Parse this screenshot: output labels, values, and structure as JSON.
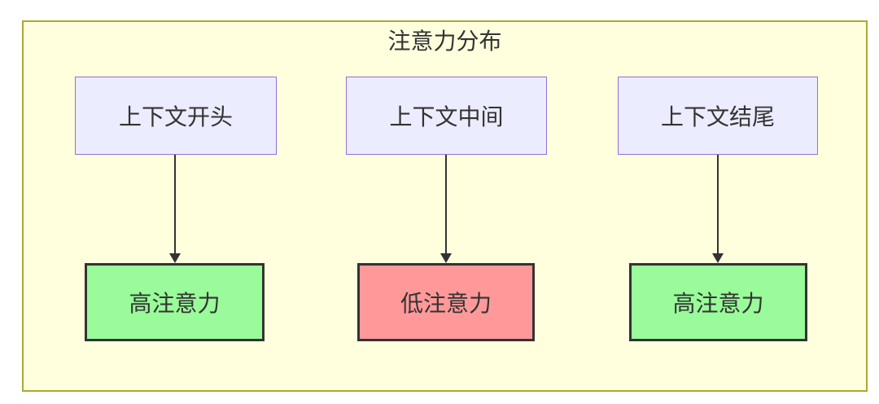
{
  "diagram": {
    "title": "注意力分布",
    "container": {
      "fill": "#ffffde",
      "border_color": "#aaaa33"
    },
    "node_styles": {
      "source": {
        "fill": "#ECECFF",
        "border_color": "#9370DB",
        "text_color": "#333333"
      },
      "high_attention": {
        "fill": "#99fb99",
        "border_color": "#333333",
        "text_color": "#333333"
      },
      "low_attention": {
        "fill": "#ff9999",
        "border_color": "#333333",
        "text_color": "#333333"
      }
    },
    "arrow_color": "#333333",
    "columns": [
      {
        "source": "上下文开头",
        "target": "高注意力",
        "target_style": "high_attention"
      },
      {
        "source": "上下文中间",
        "target": "低注意力",
        "target_style": "low_attention"
      },
      {
        "source": "上下文结尾",
        "target": "高注意力",
        "target_style": "high_attention"
      }
    ]
  }
}
